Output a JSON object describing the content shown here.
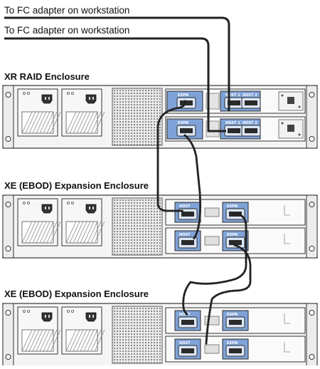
{
  "labels": {
    "fc_top": "To FC adapter on workstation",
    "fc_bottom": "To FC adapter on workstation",
    "raid": "XR RAID Enclosure",
    "ebod1": "XE (EBOD) Expansion Enclosure",
    "ebod2": "XE (EBOD) Expansion Enclosure"
  },
  "port_labels": {
    "expn": "EXPN",
    "host": "HOST",
    "host1": "HOST 1",
    "host2": "HOST 2"
  },
  "colors": {
    "chassis": "#f4f4f4",
    "outline": "#333333",
    "controller_blue": "#7fa3d8",
    "cable": "#222222"
  }
}
